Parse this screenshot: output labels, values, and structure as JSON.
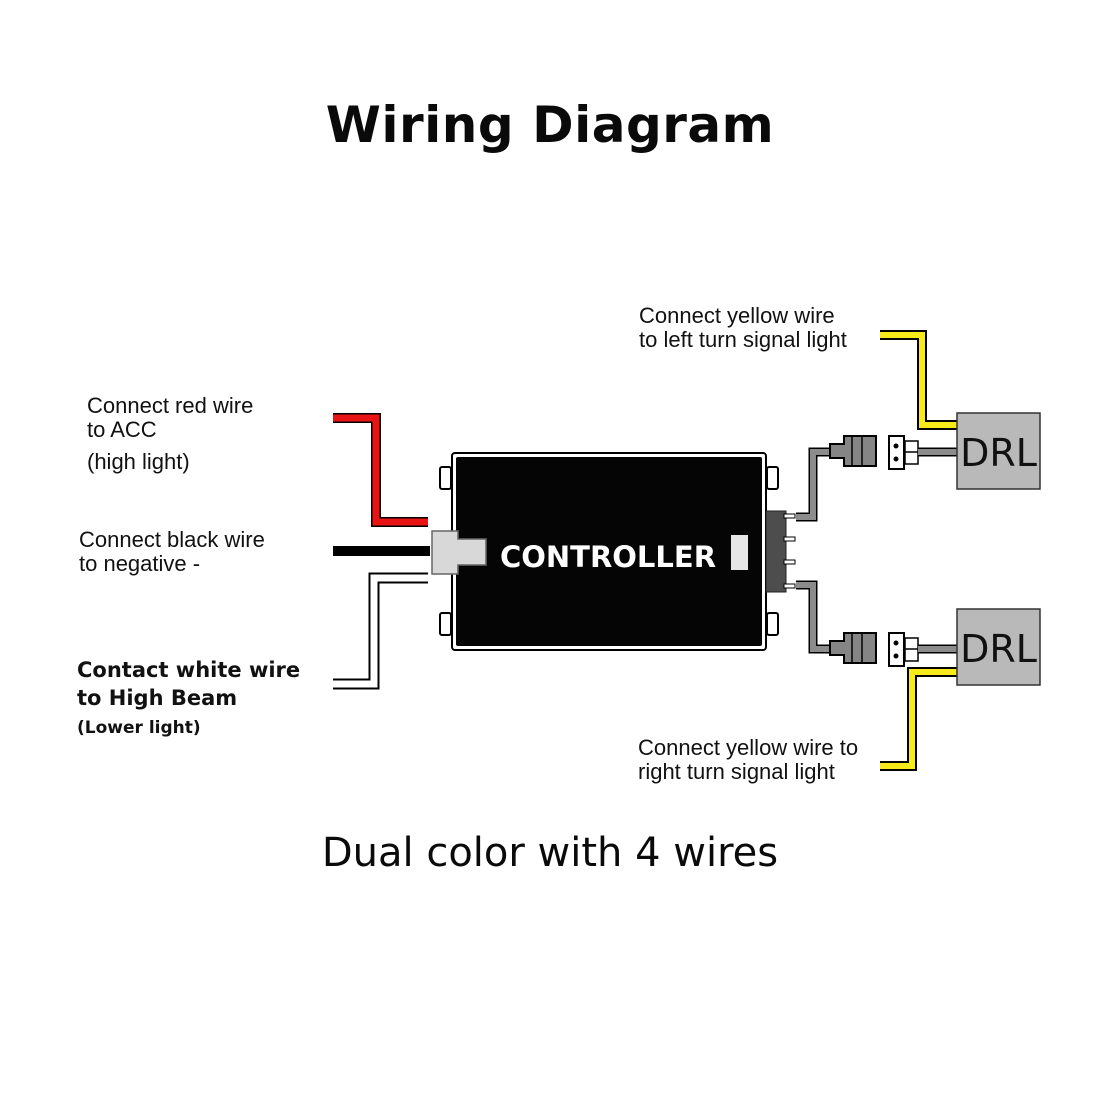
{
  "title": "Wiring Diagram",
  "subtitle": "Dual color with 4 wires",
  "controller": {
    "label": "CONTROLLER"
  },
  "drl_top": {
    "label": "DRL"
  },
  "drl_bottom": {
    "label": "DRL"
  },
  "labels": {
    "red_wire": {
      "line1": "Connect red wire",
      "line2": "to ACC",
      "line3": "(high light)"
    },
    "black_wire": {
      "line1": "Connect black wire",
      "line2": "to negative -"
    },
    "white_wire": {
      "line1": "Contact white wire",
      "line2": "to High Beam",
      "line3": "(Lower light)"
    },
    "yellow_left": {
      "line1": "Connect yellow wire",
      "line2": "to left turn signal light"
    },
    "yellow_right": {
      "line1": "Connect yellow wire to",
      "line2": "right turn signal light"
    }
  },
  "colors": {
    "red_wire": "#e81414",
    "black_wire": "#000000",
    "white_wire": "#ffffff",
    "yellow_wire": "#f6ea1a",
    "grey_wire": "#8c8c8c",
    "controller_body": "#050505",
    "drl_box": "#b9b9b9"
  }
}
